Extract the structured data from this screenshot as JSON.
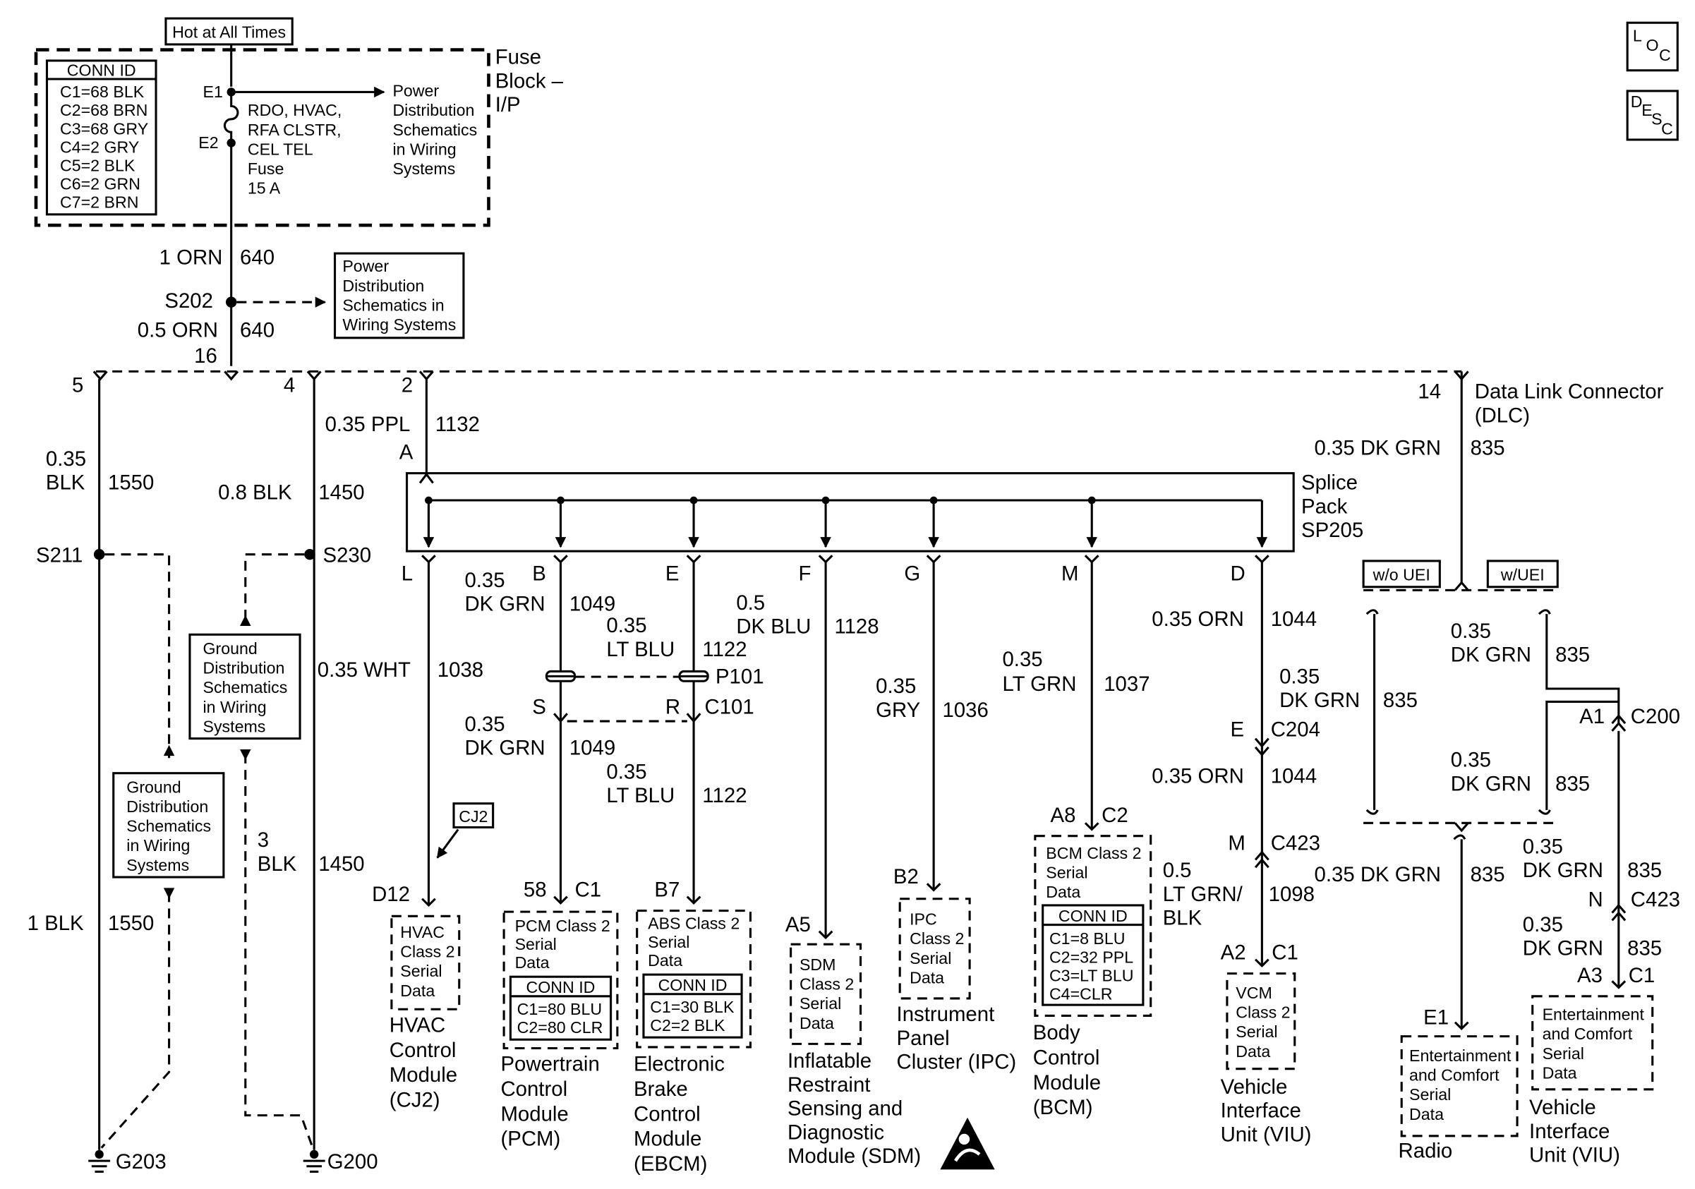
{
  "diagram_title": "",
  "fuse_block": {
    "hot_label": "Hot at All Times",
    "name": [
      "Fuse",
      "Block –",
      "I/P"
    ],
    "conn_id_title": "CONN ID",
    "conn_ids": [
      "C1=68 BLK",
      "C2=68 BRN",
      "C3=68 GRY",
      "C4=2 GRY",
      "C5=2 BLK",
      "C6=2 GRN",
      "C7=2 BRN"
    ],
    "pin_in": "E1",
    "pin_out": "E2",
    "fuse_desc": [
      "RDO, HVAC,",
      "RFA CLSTR,",
      "CEL TEL",
      "Fuse",
      "15 A"
    ],
    "power_dist": [
      "Power",
      "Distribution",
      "Schematics",
      "in Wiring",
      "Systems"
    ]
  },
  "corner_icons": {
    "loc": [
      "L",
      "O",
      "C"
    ],
    "desc": [
      "D",
      "E",
      "S",
      "C"
    ]
  },
  "power_feed": {
    "upper_wire": [
      "1 ORN",
      "640"
    ],
    "splice": "S202",
    "lower_wire": [
      "0.5 ORN",
      "640"
    ],
    "dlc_pin": "16",
    "power_dist_box": [
      "Power",
      "Distribution",
      "Schematics in",
      "Wiring Systems"
    ]
  },
  "dlc": {
    "pin_label": "14",
    "name": [
      "Data Link Connector",
      "(DLC)"
    ],
    "wire": [
      "0.35 DK GRN",
      "835"
    ]
  },
  "grounds": {
    "g203": {
      "dlc_pin": "5",
      "wire_upper": [
        "0.35",
        "BLK",
        "1550"
      ],
      "splice": "S211",
      "wire_lower": [
        "1 BLK",
        "1550"
      ],
      "ground": "G203",
      "box": [
        "Ground",
        "Distribution",
        "Schematics",
        "in Wiring",
        "Systems"
      ]
    },
    "g200": {
      "dlc_pin": "4",
      "wire_upper": [
        "0.8 BLK",
        "1450"
      ],
      "splice": "S230",
      "wire_lower": [
        "3",
        "BLK",
        "1450"
      ],
      "ground": "G200",
      "box": [
        "Ground",
        "Distribution",
        "Schematics",
        "in Wiring",
        "Systems"
      ]
    }
  },
  "class2": {
    "dlc_pin": "2",
    "input_wire": [
      "0.35 PPL",
      "1132"
    ],
    "splice_pin_in": "A",
    "splice_pack": [
      "Splice",
      "Pack",
      "SP205"
    ]
  },
  "branches": {
    "L": {
      "pin": "L",
      "wire": [
        "0.35 WHT",
        "1038"
      ],
      "cj2": "CJ2",
      "term": "D12",
      "box": [
        "HVAC",
        "Class 2",
        "Serial",
        "Data"
      ],
      "module": [
        "HVAC",
        "Control",
        "Module",
        "(CJ2)"
      ]
    },
    "B": {
      "pin": "B",
      "wire_upper": [
        "0.35",
        "DK GRN",
        "1049"
      ],
      "inline_pin": "S",
      "wire_lower": [
        "0.35",
        "DK GRN",
        "1049"
      ],
      "term_pin": "58",
      "term_conn": "C1",
      "box": [
        "PCM Class 2",
        "Serial",
        "Data"
      ],
      "conn_title": "CONN ID",
      "conn_ids": [
        "C1=80 BLU",
        "C2=80 CLR"
      ],
      "module": [
        "Powertrain",
        "Control",
        "Module",
        "(PCM)"
      ]
    },
    "E": {
      "pin": "E",
      "wire_upper": [
        "0.35",
        "LT BLU",
        "1122"
      ],
      "inline_pin": "R",
      "inline_conn": "C101",
      "p101": "P101",
      "wire_lower": [
        "0.35",
        "LT BLU",
        "1122"
      ],
      "term_pin": "B7",
      "box": [
        "ABS Class 2",
        "Serial",
        "Data"
      ],
      "conn_title": "CONN ID",
      "conn_ids": [
        "C1=30 BLK",
        "C2=2 BLK"
      ],
      "module": [
        "Electronic",
        "Brake",
        "Control",
        "Module",
        "(EBCM)"
      ]
    },
    "F": {
      "pin": "F",
      "wire": [
        "0.5",
        "DK BLU",
        "1128"
      ],
      "term_pin": "A5",
      "box": [
        "SDM",
        "Class 2",
        "Serial",
        "Data"
      ],
      "module": [
        "Inflatable",
        "Restraint",
        "Sensing and",
        "Diagnostic",
        "Module (SDM)"
      ]
    },
    "G": {
      "pin": "G",
      "wire": [
        "0.35",
        "GRY",
        "1036"
      ],
      "term_pin": "B2",
      "box": [
        "IPC",
        "Class 2",
        "Serial",
        "Data"
      ],
      "module": [
        "Instrument",
        "Panel",
        "Cluster (IPC)"
      ]
    },
    "M": {
      "pin": "M",
      "wire": [
        "0.35",
        "LT GRN",
        "1037"
      ],
      "term_pin": "A8",
      "term_conn": "C2",
      "box": [
        "BCM Class 2",
        "Serial",
        "Data"
      ],
      "conn_title": "CONN ID",
      "conn_ids": [
        "C1=8 BLU",
        "C2=32 PPL",
        "C3=LT BLU",
        "C4=CLR"
      ],
      "module": [
        "Body",
        "Control",
        "Module",
        "(BCM)"
      ]
    },
    "D": {
      "pin": "D",
      "wire1": [
        "0.35 ORN",
        "1044"
      ],
      "c204_pin": "E",
      "c204": "C204",
      "wire2": [
        "0.35 ORN",
        "1044"
      ],
      "c423_pin": "M",
      "c423": "C423",
      "wire3": [
        "0.5",
        "LT GRN/",
        "BLK",
        "1098"
      ],
      "term_pin": "A2",
      "term_conn": "C1",
      "box": [
        "VCM",
        "Class 2",
        "Serial",
        "Data"
      ],
      "module": [
        "Vehicle",
        "Interface",
        "Unit (VIU)"
      ]
    }
  },
  "uei": {
    "without": "w/o UEI",
    "with": "w/UEI",
    "left_wire": [
      "0.35",
      "DK GRN",
      "835"
    ],
    "right_wire_upper": [
      "0.35",
      "DK GRN",
      "835"
    ],
    "c200_pin": "A1",
    "c200": "C200",
    "right_wire_mid": [
      "0.35",
      "DK GRN",
      "835"
    ],
    "radio_wire": [
      "0.35 DK GRN",
      "835"
    ],
    "radio_term": "E1",
    "radio_box": [
      "Entertainment",
      "and Comfort",
      "Serial",
      "Data"
    ],
    "radio_name": "Radio",
    "viu_wire1": [
      "0.35",
      "DK GRN",
      "835"
    ],
    "c423_pin": "N",
    "c423": "C423",
    "viu_wire2": [
      "0.35",
      "DK GRN",
      "835"
    ],
    "viu_term": "A3",
    "viu_conn": "C1",
    "viu_box": [
      "Entertainment",
      "and Comfort",
      "Serial",
      "Data"
    ],
    "viu_name": [
      "Vehicle",
      "Interface",
      "Unit (VIU)"
    ]
  }
}
